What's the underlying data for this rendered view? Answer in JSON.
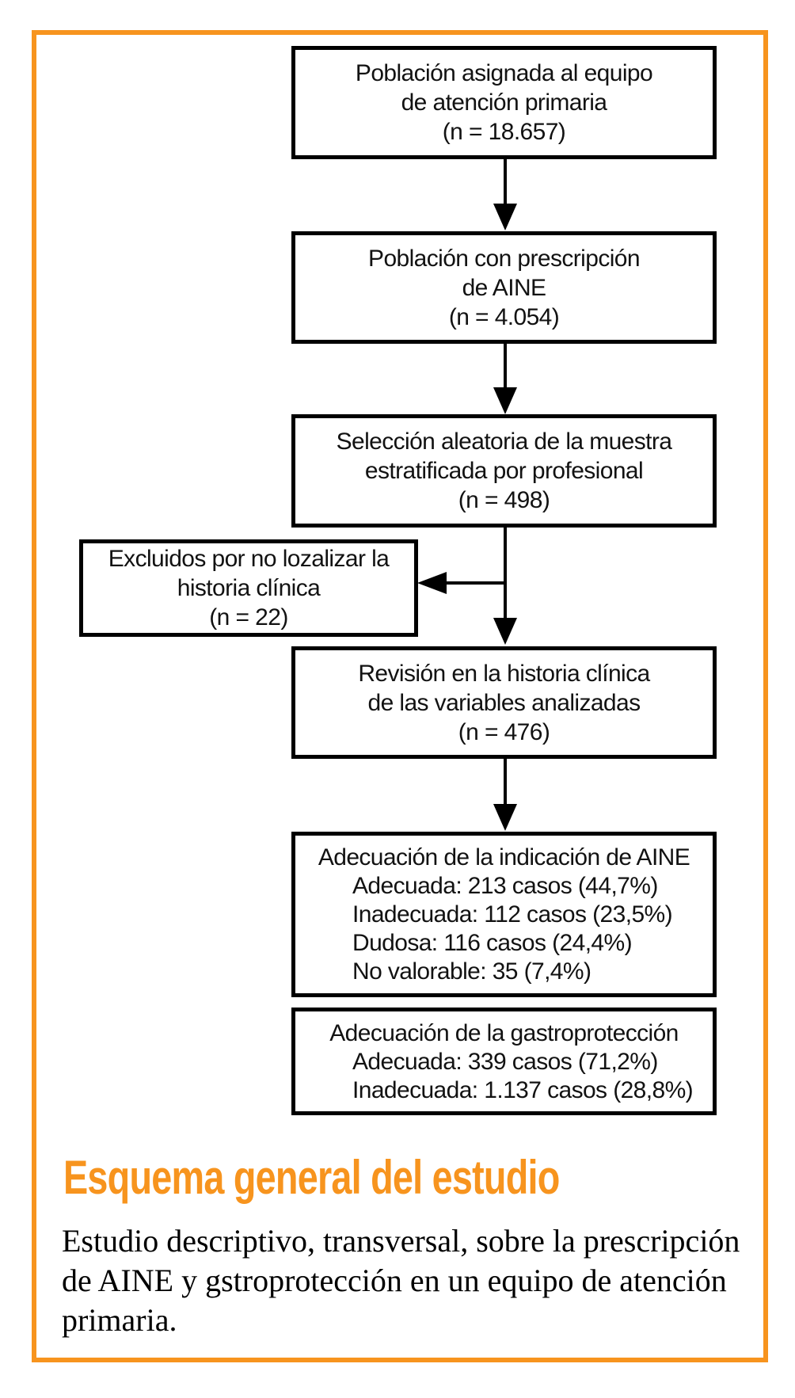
{
  "accent_color": "#F7941E",
  "box_border_color": "#000000",
  "flowchart": {
    "boxes": [
      {
        "name": "population-assigned",
        "lines": [
          "Población asignada al equipo",
          "de atención primaria",
          "(n = 18.657)"
        ]
      },
      {
        "name": "population-nsaid-prescription",
        "lines": [
          "Población con prescripción",
          "de AINE",
          "(n = 4.054)"
        ]
      },
      {
        "name": "random-sample-selection",
        "lines": [
          "Selección aleatoria de la muestra",
          "estratificada por profesional",
          "(n = 498)"
        ]
      },
      {
        "name": "excluded",
        "lines": [
          "Excluidos por no lozalizar la",
          "historia clínica",
          "(n = 22)"
        ]
      },
      {
        "name": "record-review",
        "lines": [
          "Revisión en la historia clínica",
          "de las variables analizadas",
          "(n = 476)"
        ]
      },
      {
        "name": "indication-adequacy",
        "title": "Adecuación de la indicación de AINE",
        "items": [
          "Adecuada: 213 casos (44,7%)",
          "Inadecuada: 112 casos (23,5%)",
          "Dudosa: 116 casos (24,4%)",
          "No valorable: 35 (7,4%)"
        ]
      },
      {
        "name": "gastroprotection-adequacy",
        "title": "Adecuación de la gastroprotección",
        "items": [
          "Adecuada: 339 casos (71,2%)",
          "Inadecuada: 1.137 casos (28,8%)"
        ]
      }
    ],
    "arrow_icons": [
      "down-arrow",
      "down-arrow",
      "down-arrow",
      "left-arrow",
      "down-arrow"
    ]
  },
  "caption": {
    "heading": "Esquema general del estudio",
    "body_lines": [
      "Estudio descriptivo, transversal, sobre la prescripción",
      "de AINE y gstroprotección en un equipo de atención",
      "primaria."
    ]
  }
}
